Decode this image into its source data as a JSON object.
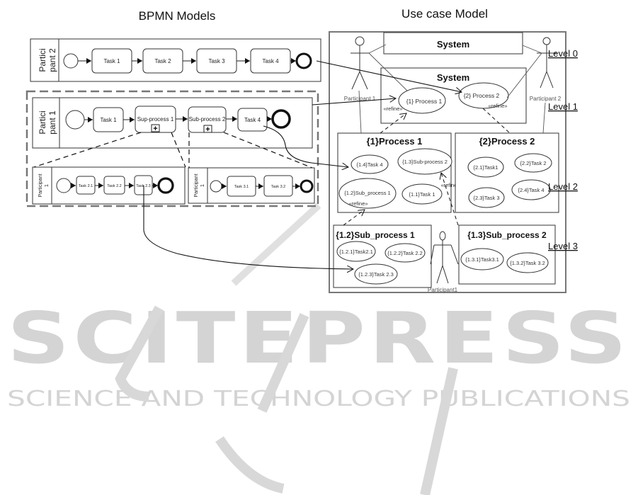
{
  "titles": {
    "bpmn": "BPMN Models",
    "use_case": "Use case Model"
  },
  "bpmn": {
    "pool2": {
      "participant_line1": "Partici",
      "participant_line2": "pant 2",
      "tasks": [
        "Task 1",
        "Task 2",
        "Task 3",
        "Task 4"
      ]
    },
    "pool1": {
      "participant_line1": "Partici",
      "participant_line2": "pant 1",
      "tasks": [
        "Task 1",
        "Sup-process 1",
        "Sub-process 2",
        "Task 4"
      ],
      "expand_marker": "+"
    },
    "sub1": {
      "participant_line1": "Participant",
      "participant_line2": "1",
      "tasks": [
        "Task 2.1",
        "Task 2.2",
        "Task 2.3"
      ]
    },
    "sub2": {
      "participant_line1": "Participant",
      "participant_line2": "1",
      "tasks": [
        "Task 3.1",
        "Task 3.2"
      ]
    }
  },
  "use_case": {
    "level0": {
      "system": "System"
    },
    "level1": {
      "system": "System",
      "use_cases": [
        "{1} Process 1",
        "{2} Process 2"
      ],
      "refine": "«refine»"
    },
    "actors": {
      "participant1": "Participant 1",
      "participant2": "Participant 2",
      "participant1_lower": "Participant1"
    },
    "process1": {
      "title": "{1}Process 1",
      "use_cases": [
        "{1.4}Task 4",
        "{1.3}Sub-process 2",
        "{1.2}Sub_process 1",
        "{1.1}Task 1"
      ],
      "refine_a": "«refine»",
      "refine_b": "«refine»"
    },
    "process2": {
      "title": "{2}Process 2",
      "use_cases": [
        "{2.1}Task1",
        "{2.2}Task 2",
        "{2.3}Task 3",
        "{2.4}Task 4"
      ]
    },
    "subprocess1": {
      "title": "{1.2}Sub_process 1",
      "use_cases": [
        "{1.2.1}Task2.1",
        "{1.2.2}Task 2.2",
        "{1.2.3}Task 2.3"
      ]
    },
    "subprocess2": {
      "title": "{1.3}Sub_process 2",
      "use_cases": [
        "{1.3.1}Task3.1",
        "{1.3.2}Task 3.2"
      ]
    }
  },
  "levels": [
    "Level 0",
    "Level 1",
    "Level 2",
    "Level 3"
  ],
  "watermark": {
    "big": "SCITEPRESS",
    "small": "SCIENCE AND TECHNOLOGY PUBLICATIONS"
  }
}
